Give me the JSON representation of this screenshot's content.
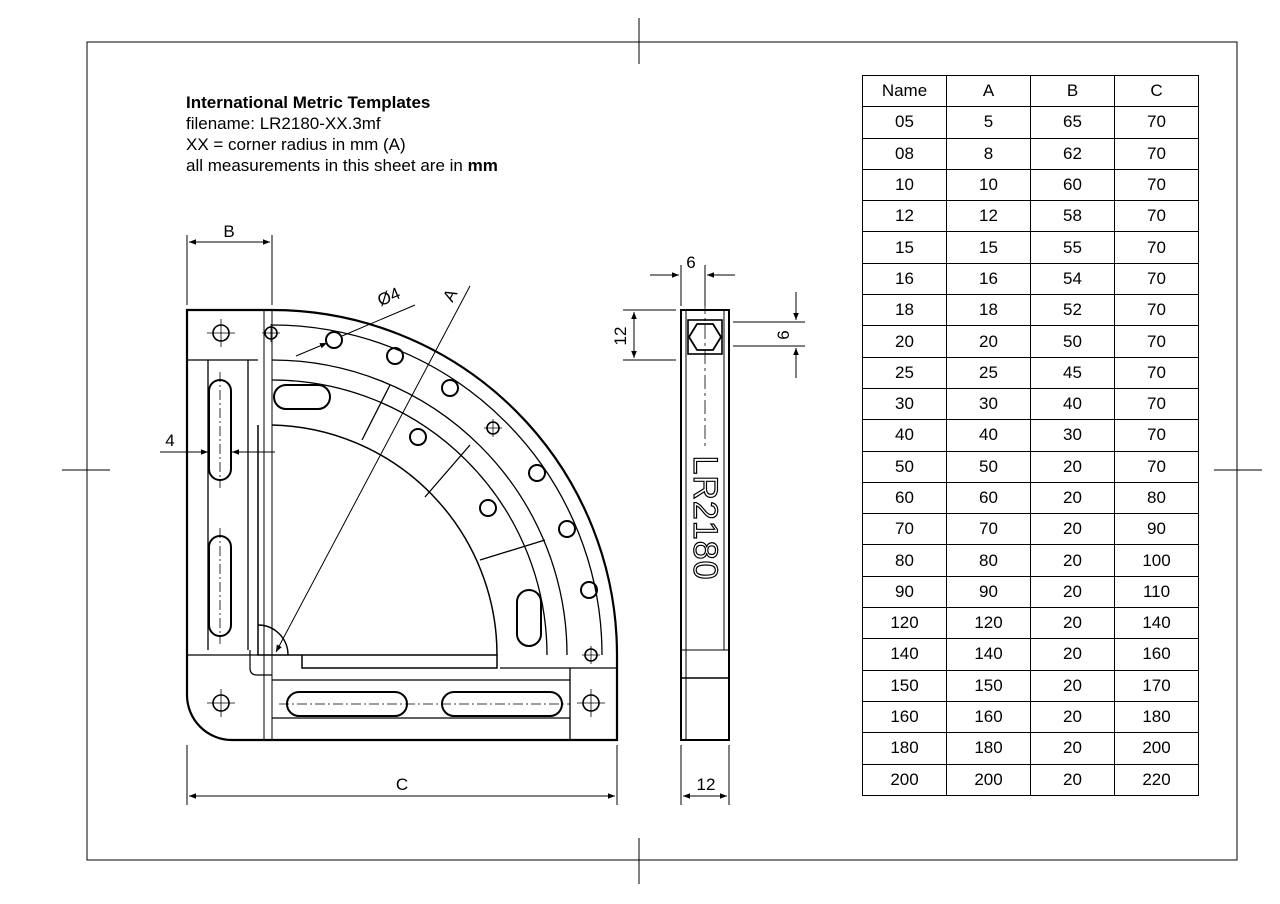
{
  "header": {
    "title": "International Metric Templates",
    "filename_line": "filename: LR2180-XX.3mf",
    "xx_line": "XX = corner radius in mm (A)",
    "units_prefix": "all measurements in this sheet are in ",
    "units_bold": "mm"
  },
  "front_view_labels": {
    "b": "B",
    "a": "A",
    "c": "C",
    "four": "4",
    "hole_diameter": "Ø4"
  },
  "side_view_labels": {
    "top_width": "6",
    "left_height": "12",
    "hex_height": "6",
    "bottom_width": "12",
    "engraving": "LR2180"
  },
  "table": {
    "headers": [
      "Name",
      "A",
      "B",
      "C"
    ],
    "rows": [
      [
        "05",
        "5",
        "65",
        "70"
      ],
      [
        "08",
        "8",
        "62",
        "70"
      ],
      [
        "10",
        "10",
        "60",
        "70"
      ],
      [
        "12",
        "12",
        "58",
        "70"
      ],
      [
        "15",
        "15",
        "55",
        "70"
      ],
      [
        "16",
        "16",
        "54",
        "70"
      ],
      [
        "18",
        "18",
        "52",
        "70"
      ],
      [
        "20",
        "20",
        "50",
        "70"
      ],
      [
        "25",
        "25",
        "45",
        "70"
      ],
      [
        "30",
        "30",
        "40",
        "70"
      ],
      [
        "40",
        "40",
        "30",
        "70"
      ],
      [
        "50",
        "50",
        "20",
        "70"
      ],
      [
        "60",
        "60",
        "20",
        "80"
      ],
      [
        "70",
        "70",
        "20",
        "90"
      ],
      [
        "80",
        "80",
        "20",
        "100"
      ],
      [
        "90",
        "90",
        "20",
        "110"
      ],
      [
        "120",
        "120",
        "20",
        "140"
      ],
      [
        "140",
        "140",
        "20",
        "160"
      ],
      [
        "150",
        "150",
        "20",
        "170"
      ],
      [
        "160",
        "160",
        "20",
        "180"
      ],
      [
        "180",
        "180",
        "20",
        "200"
      ],
      [
        "200",
        "200",
        "20",
        "220"
      ]
    ]
  }
}
